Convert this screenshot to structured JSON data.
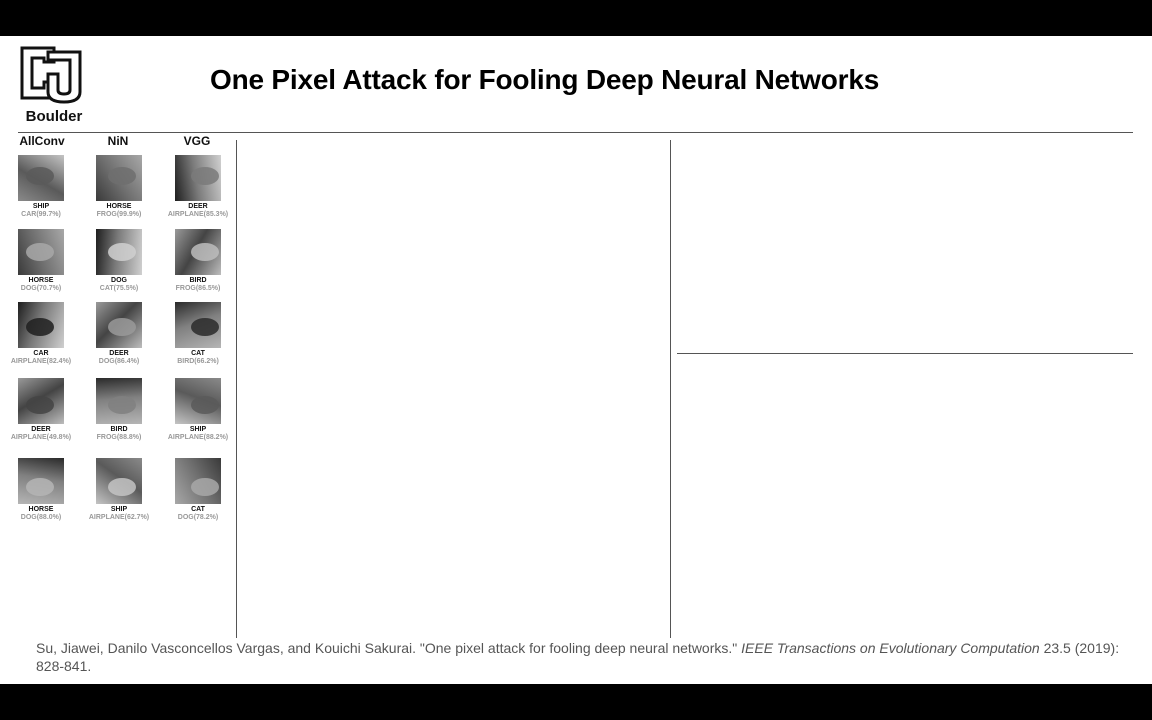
{
  "header": {
    "logo_text": "Boulder",
    "title": "One Pixel Attack for Fooling Deep Neural Networks"
  },
  "figure": {
    "columns": [
      "AllConv",
      "NiN",
      "VGG"
    ],
    "rows": [
      [
        {
          "label": "SHIP",
          "pred": "CAR(99.7%)"
        },
        {
          "label": "HORSE",
          "pred": "FROG(99.9%)"
        },
        {
          "label": "DEER",
          "pred": "AIRPLANE(85.3%)"
        }
      ],
      [
        {
          "label": "HORSE",
          "pred": "DOG(70.7%)"
        },
        {
          "label": "DOG",
          "pred": "CAT(75.5%)"
        },
        {
          "label": "BIRD",
          "pred": "FROG(86.5%)"
        }
      ],
      [
        {
          "label": "CAR",
          "pred": "AIRPLANE(82.4%)"
        },
        {
          "label": "DEER",
          "pred": "DOG(86.4%)"
        },
        {
          "label": "CAT",
          "pred": "BIRD(66.2%)"
        }
      ],
      [
        {
          "label": "DEER",
          "pred": "AIRPLANE(49.8%)"
        },
        {
          "label": "BIRD",
          "pred": "FROG(88.8%)"
        },
        {
          "label": "SHIP",
          "pred": "AIRPLANE(88.2%)"
        }
      ],
      [
        {
          "label": "HORSE",
          "pred": "DOG(88.0%)"
        },
        {
          "label": "SHIP",
          "pred": "AIRPLANE(62.7%)"
        },
        {
          "label": "CAT",
          "pred": "DOG(78.2%)"
        }
      ]
    ]
  },
  "citation": {
    "text": "Su, Jiawei, Danilo Vasconcellos Vargas, and Kouichi Sakurai. \"One pixel attack for fooling deep neural networks.\" ",
    "journal": "IEEE Transactions on Evolutionary Computation",
    "details": " 23.5 (2019): 828-841."
  }
}
